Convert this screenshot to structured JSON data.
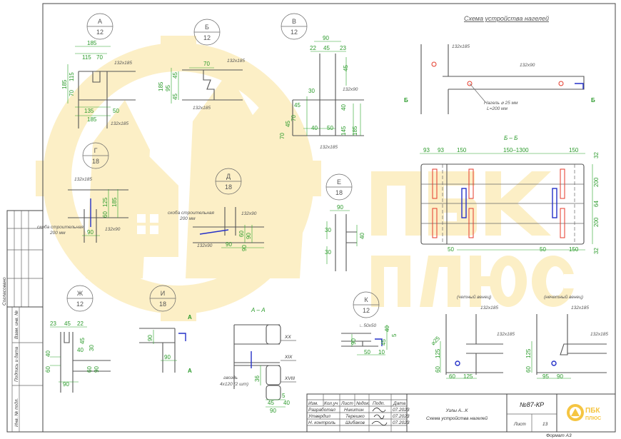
{
  "title": "Схема устройства нагелей",
  "watermark": {
    "line1": "ПБК",
    "line2": "ПЛЮС"
  },
  "nodes": [
    {
      "letter": "А",
      "scale": "12"
    },
    {
      "letter": "Б",
      "scale": "12"
    },
    {
      "letter": "В",
      "scale": "12"
    },
    {
      "letter": "Г",
      "scale": "18"
    },
    {
      "letter": "Д",
      "scale": "18"
    },
    {
      "letter": "Е",
      "scale": "18"
    },
    {
      "letter": "Ж",
      "scale": "12"
    },
    {
      "letter": "И",
      "scale": "18"
    },
    {
      "letter": "К",
      "scale": "12"
    }
  ],
  "node_a": {
    "dims": [
      "185",
      "115",
      "70",
      "185",
      "115",
      "70",
      "135",
      "50",
      "185"
    ],
    "labels": [
      "132x185",
      "132x185"
    ]
  },
  "node_b": {
    "dims": [
      "70",
      "185",
      "95",
      "45",
      "45"
    ],
    "labels": [
      "132x185",
      "132x185"
    ]
  },
  "node_v": {
    "dims": [
      "90",
      "22",
      "45",
      "23",
      "45",
      "30",
      "40",
      "50",
      "40",
      "145",
      "185",
      "45",
      "70",
      "45",
      "70"
    ],
    "labels": [
      "132x90",
      "132x185"
    ]
  },
  "node_g": {
    "dims": [
      "125",
      "185",
      "60",
      "90"
    ],
    "labels": [
      "132x185",
      "скоба строительная",
      "200 мм",
      "132x90"
    ]
  },
  "node_d": {
    "dims": [
      "60",
      "90",
      "90",
      "90"
    ],
    "labels": [
      "скоба строительная",
      "200 мм",
      "132x90",
      "132x90"
    ]
  },
  "node_e": {
    "dims": [
      "90",
      "40",
      "30",
      "30"
    ]
  },
  "node_zh": {
    "dims": [
      "23",
      "45",
      "22",
      "45",
      "40",
      "30",
      "40",
      "60",
      "60",
      "90",
      "90"
    ]
  },
  "node_i": {
    "dims": [
      "90",
      "90"
    ],
    "section_marks": [
      "А",
      "А"
    ]
  },
  "section_aa": {
    "title": "А – А",
    "rows": [
      "XX",
      "XIX",
      "XVIII"
    ],
    "labels": [
      "гвоздь",
      "4х120 (2 шт)"
    ],
    "dims": [
      "36",
      "45",
      "5",
      "40",
      "90"
    ]
  },
  "node_k": {
    "dims": [
      "40",
      "5",
      "90",
      "45",
      "50",
      "10"
    ],
    "labels": [
      "∟50х50"
    ]
  },
  "dowel_scheme": {
    "labels": [
      "132x185",
      "132x90",
      "Нагель ⌀ 25 мм",
      "L=200 мм"
    ],
    "section_marks": [
      "Б",
      "Б"
    ]
  },
  "section_bb": {
    "title": "Б – Б",
    "dims_top": [
      "93",
      "93",
      "150",
      "150–1300",
      "150"
    ],
    "dims_right": [
      "32",
      "200",
      "64",
      "200",
      "32"
    ],
    "dims_bottom": [
      "50",
      "50",
      "150"
    ]
  },
  "even_crown": {
    "title": "(четный венец)",
    "labels": [
      "132x185",
      "132x185",
      "⌀25"
    ],
    "dims": [
      "125",
      "60",
      "60",
      "125"
    ]
  },
  "odd_crown": {
    "title": "(нечетный венец)",
    "labels": [
      "132x185",
      "132x185"
    ],
    "dims": [
      "125",
      "60",
      "95",
      "90"
    ]
  },
  "side_stamp": [
    "Согласовано",
    "Взам. инв. №",
    "Подпись и дата",
    "Инв. № подл."
  ],
  "title_block": {
    "headers": [
      "Изм.",
      "Кол.уч",
      "Лист",
      "№док.",
      "Подп.",
      "Дата"
    ],
    "rows": [
      {
        "role": "Разработал",
        "name": "Никитин",
        "date": "07.2023"
      },
      {
        "role": "Утвердил",
        "name": "Терешко",
        "date": "07.2023"
      },
      {
        "role": "Н. контроль",
        "name": "Шибаков",
        "date": "07.2023"
      }
    ],
    "desc1": "Узлы А...К",
    "desc2": "Схема устройства нагелей",
    "doc_number": "№87-КР",
    "sheet_label": "Лист",
    "sheet": "13",
    "logo1": "ПБК",
    "logo2": "ПЛЮС",
    "format": "Формат А3"
  },
  "colors": {
    "dimension": "#2aa52a",
    "dowel": "#e43a2a",
    "bracket": "#2430c8",
    "watermark": "#fcefc6"
  }
}
